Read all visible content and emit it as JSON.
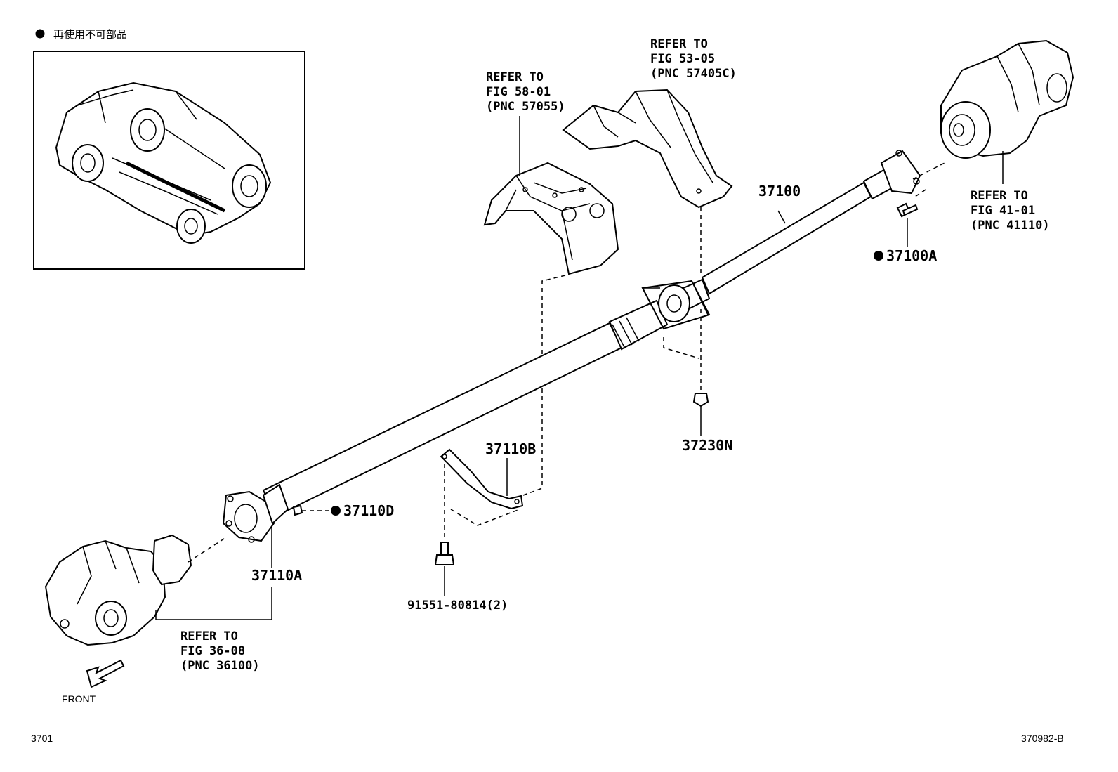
{
  "legend": {
    "marker": "●",
    "text": "再使用不可部品"
  },
  "callouts": {
    "shaft_assy": "37100",
    "center_bolt": "37100A",
    "front_bolt": "37110D",
    "front_flange": "37110A",
    "bracket": "37110B",
    "center_bearing_nut": "37230N",
    "bolt_qty": "91551-80814(2)"
  },
  "references": {
    "heat_insulator_center": [
      "REFER TO",
      "FIG 58-01",
      "(PNC 57055)"
    ],
    "heat_insulator_rear": [
      "REFER TO",
      "FIG 53-05",
      "(PNC 57405C)"
    ],
    "rear_differential": [
      "REFER TO",
      "FIG 41-01",
      "(PNC 41110)"
    ],
    "transfer": [
      "REFER TO",
      "FIG 36-08",
      "(PNC 36100)"
    ]
  },
  "front_indicator": "FRONT",
  "footer": {
    "page_code": "3701",
    "figure_id": "370982-B"
  }
}
